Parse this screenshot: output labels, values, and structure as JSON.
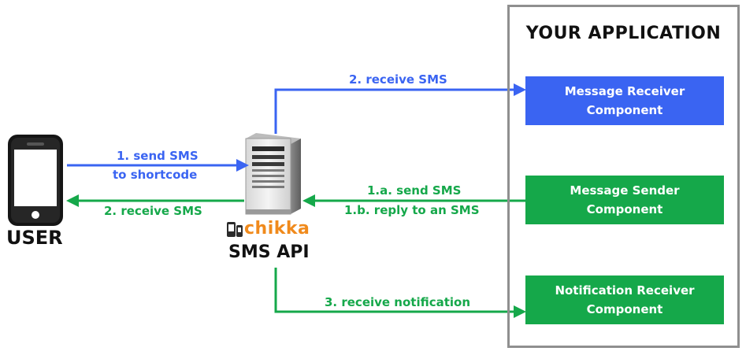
{
  "colors": {
    "blue": "#3a64f2",
    "green": "#15a84a",
    "border": "#8f8f8f",
    "brand": "#f08a1c"
  },
  "user": {
    "label": "USER",
    "icon": "smartphone-icon"
  },
  "server": {
    "brand": "chikka",
    "label": "SMS API",
    "icon": "server-tower-icon"
  },
  "app": {
    "title": "YOUR APPLICATION",
    "components": [
      {
        "label": "Message Receiver Component",
        "color": "blue"
      },
      {
        "label": "Message Sender Component",
        "color": "green"
      },
      {
        "label": "Notification Receiver Component",
        "color": "green"
      }
    ]
  },
  "flows": {
    "user_to_api": [
      "1. send SMS",
      "to shortcode"
    ],
    "api_to_user": "2. receive SMS",
    "api_to_receiver": "2. receive SMS",
    "sender_to_api": [
      "1.a. send SMS",
      "1.b. reply to an SMS"
    ],
    "api_to_notification": "3. receive notification"
  }
}
